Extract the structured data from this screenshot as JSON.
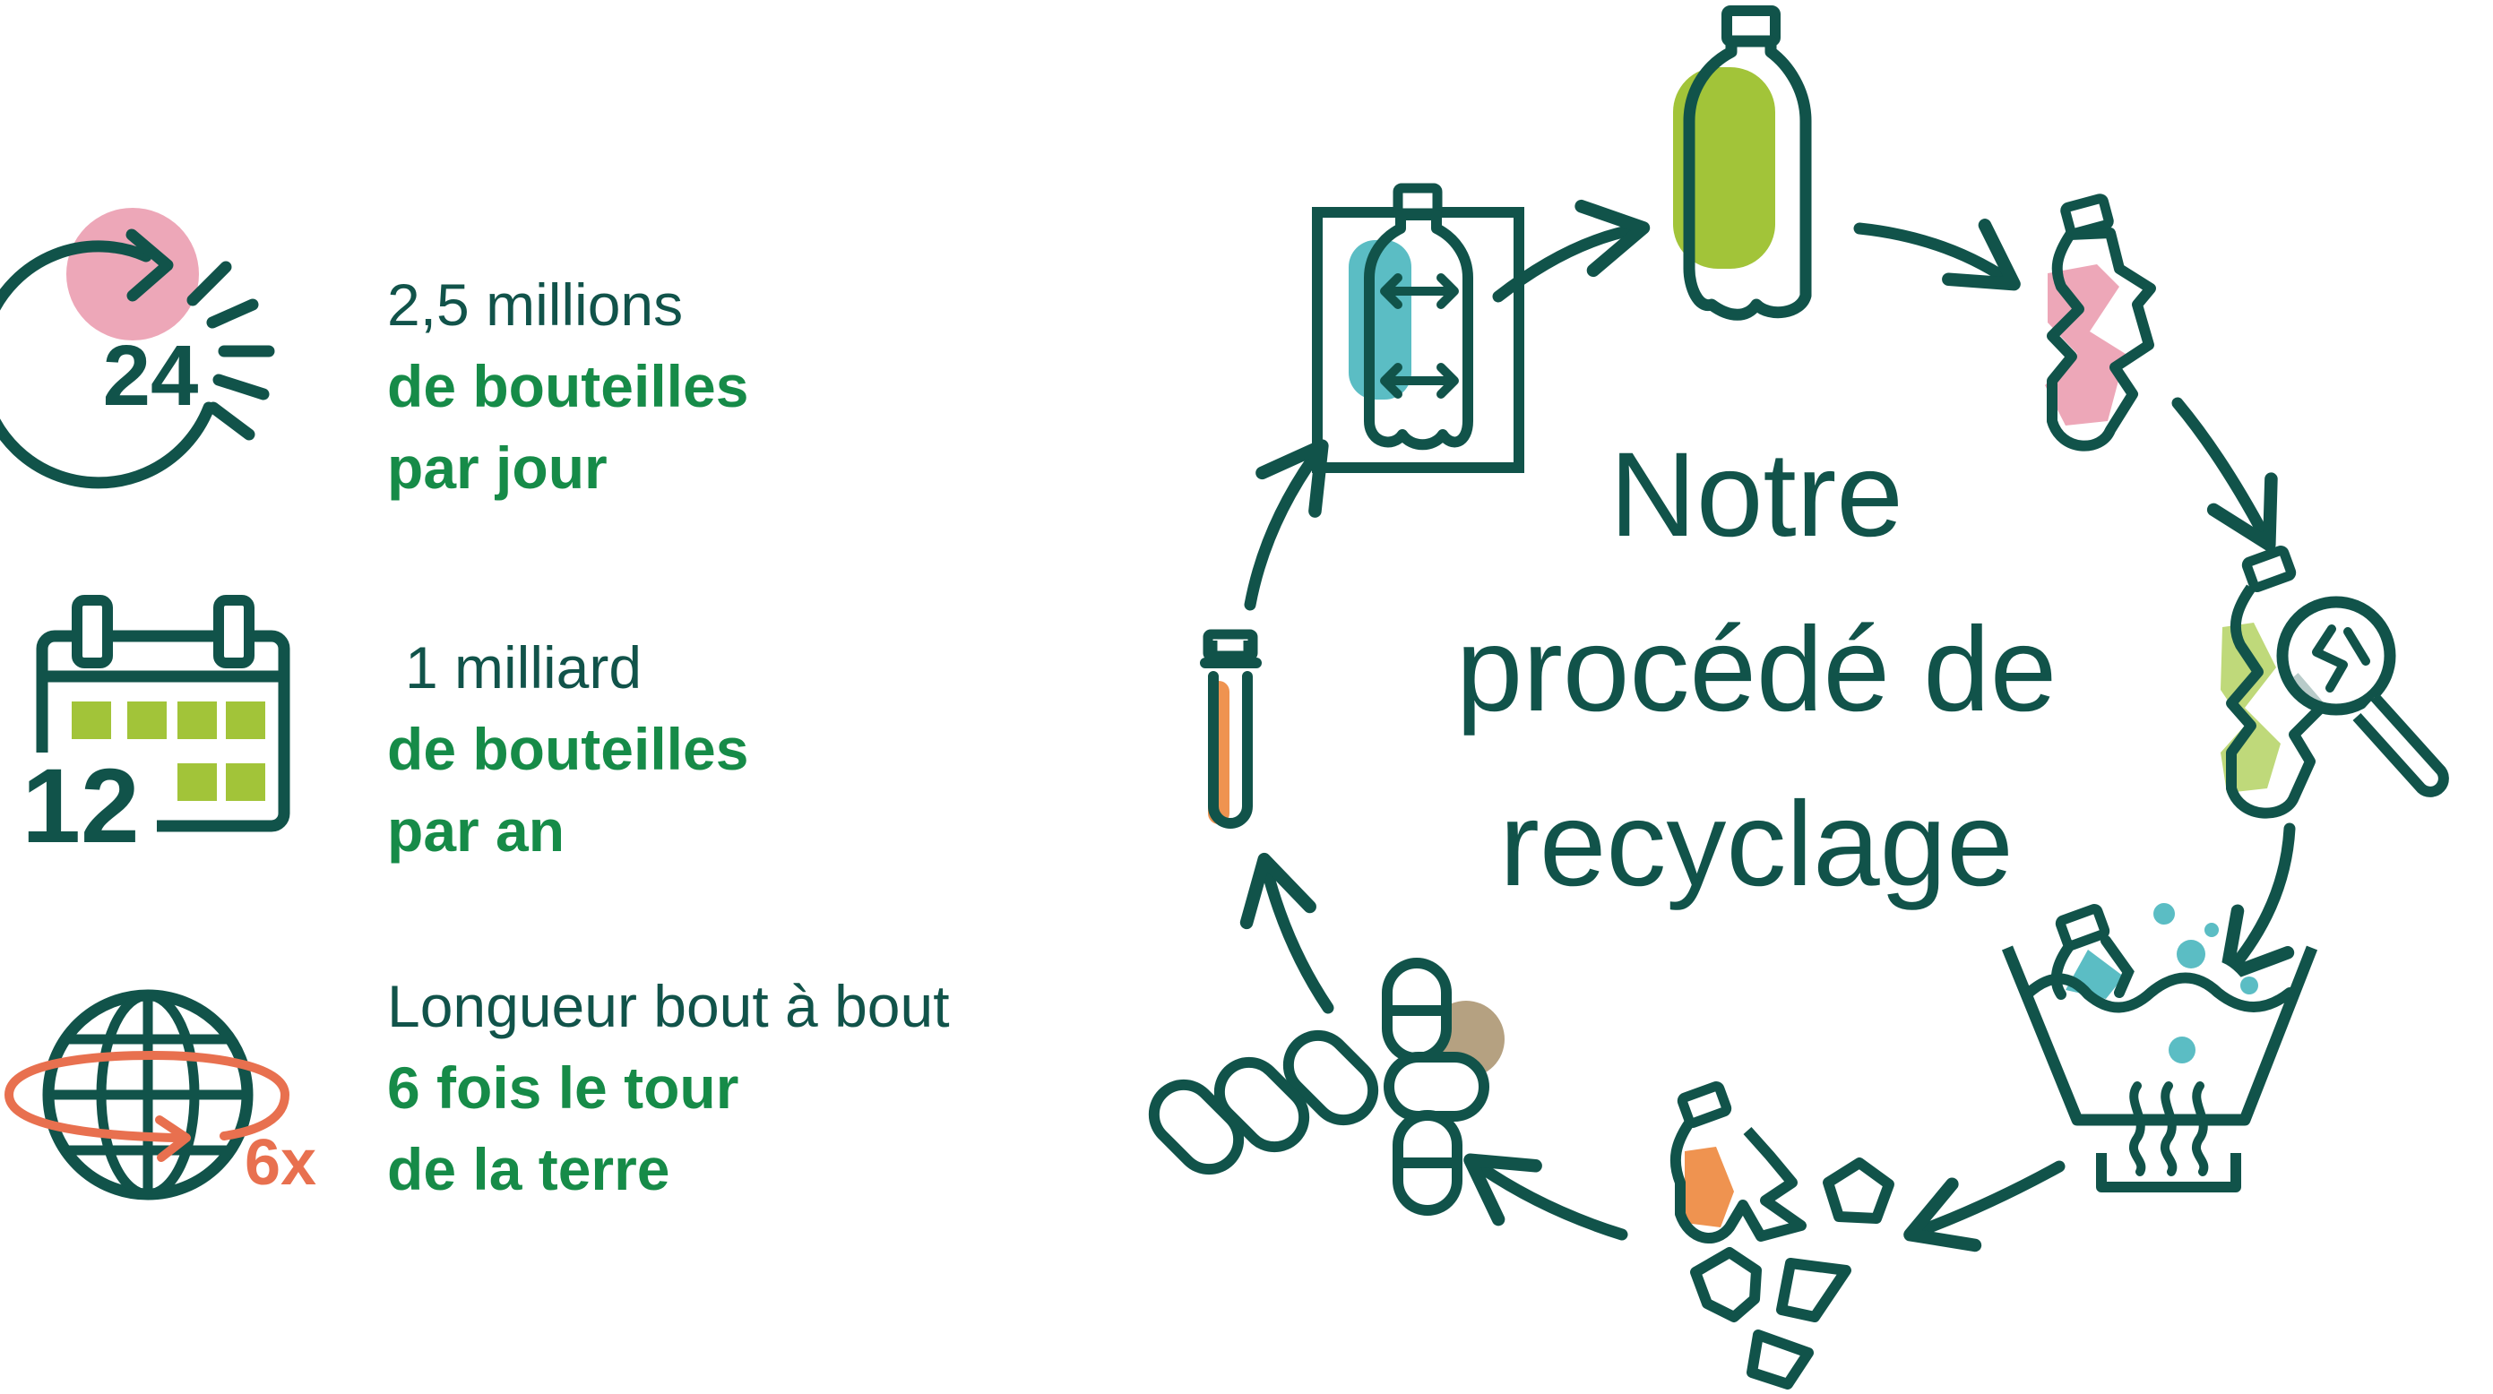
{
  "colors": {
    "dark_teal": "#11534a",
    "green_text": "#168b48",
    "lime": "#a2c439",
    "pink": "#eda7b8",
    "cyan": "#5bbdc4",
    "orange": "#ef9350",
    "coral": "#e8704f",
    "tan": "#b5a181",
    "light_green": "#bfd97a"
  },
  "stats": [
    {
      "icon": "clock-24-icon",
      "badge": "24",
      "line1": "2,5 millions",
      "line2": "de bouteilles",
      "line3": "par jour"
    },
    {
      "icon": "calendar-icon",
      "badge": "12",
      "line1": "1 milliard",
      "line2": "de bouteilles",
      "line3": "par an"
    },
    {
      "icon": "globe-icon",
      "badge": "6x",
      "line1": "Longueur bout à bout",
      "line2": "6 fois le tour",
      "line3": "de la terre"
    }
  ],
  "cycle": {
    "title_lines": [
      "Notre",
      "procédé de",
      "recyclage"
    ],
    "steps": [
      {
        "icon": "bottle-icon"
      },
      {
        "icon": "crushed-bottle-icon"
      },
      {
        "icon": "inspection-magnifier-icon"
      },
      {
        "icon": "washing-basin-icon"
      },
      {
        "icon": "shredded-flakes-icon"
      },
      {
        "icon": "pellets-icon"
      },
      {
        "icon": "preform-tube-icon"
      },
      {
        "icon": "bottle-molding-icon"
      }
    ]
  }
}
